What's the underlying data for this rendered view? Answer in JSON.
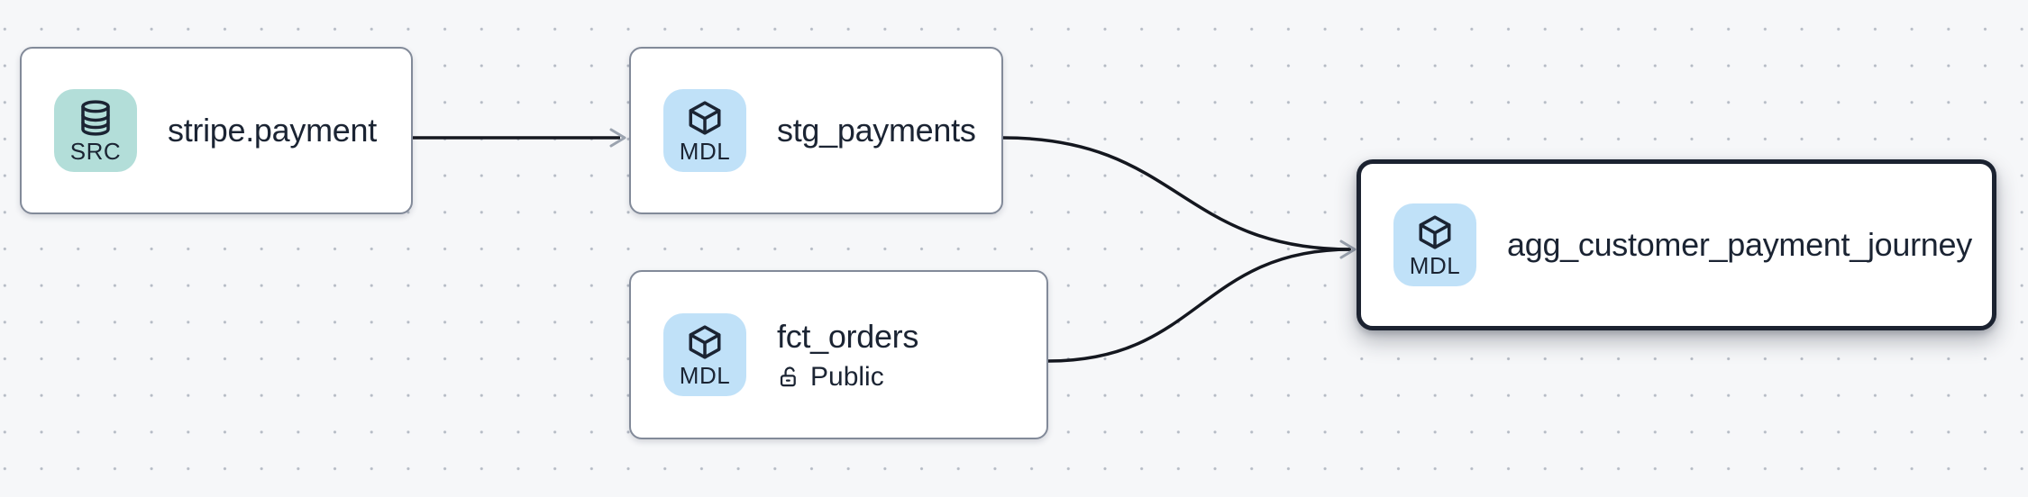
{
  "canvas": {
    "background_color": "#f6f7f9",
    "dot_grid_color": "#b4bac4"
  },
  "colors": {
    "node_fill": "#ffffff",
    "node_border": "#828a99",
    "selected_node_border": "#1b2230",
    "text": "#1b2433",
    "edge_stroke": "#14171f",
    "arrowhead": "#9ba3af",
    "src_badge_background": "#b3ded9",
    "mdl_badge_background": "#c0e1f8"
  },
  "nodes": [
    {
      "title": "stripe.payment",
      "badge": "SRC",
      "icon": "database-icon",
      "selected": false
    },
    {
      "title": "stg_payments",
      "badge": "MDL",
      "icon": "cube-icon",
      "selected": false
    },
    {
      "title": "fct_orders",
      "badge": "MDL",
      "icon": "cube-icon",
      "visibility": "Public",
      "visibility_icon": "lock-open-icon",
      "selected": false
    },
    {
      "title": "agg_customer_payment_journey",
      "badge": "MDL",
      "icon": "cube-icon",
      "selected": true
    }
  ],
  "edges": [
    {
      "source": "stripe.payment",
      "target": "stg_payments"
    },
    {
      "source": "stg_payments",
      "target": "agg_customer_payment_journey"
    },
    {
      "source": "fct_orders",
      "target": "agg_customer_payment_journey"
    }
  ]
}
